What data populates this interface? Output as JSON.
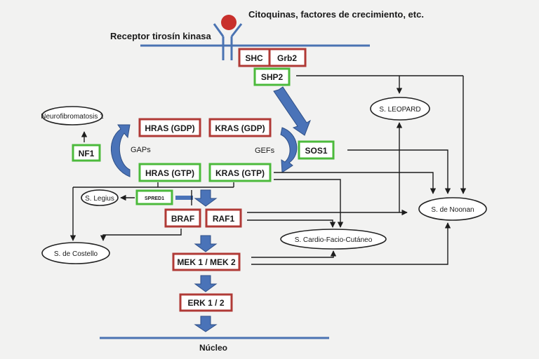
{
  "labels": {
    "ligand": "Citoquinas, factores de crecimiento, etc.",
    "receptor": "Receptor tirosín kinasa",
    "nucleus": "Núcleo",
    "gaps": "GAPs",
    "gefs": "GEFs"
  },
  "proteins": {
    "shc": "SHC",
    "grb2": "Grb2",
    "shp2": "SHP2",
    "sos1": "SOS1",
    "nf1": "NF1",
    "hras_gdp": "HRAS (GDP)",
    "kras_gdp": "KRAS (GDP)",
    "hras_gtp": "HRAS (GTP)",
    "kras_gtp": "KRAS (GTP)",
    "spred1": "SPRED1",
    "braf": "BRAF",
    "raf1": "RAF1",
    "mek": "MEK 1 / MEK 2",
    "erk": "ERK 1 / 2"
  },
  "syndromes": {
    "nf1": "Neurofibromatosis 1",
    "leopard": "S. LEOPARD",
    "legius": "S. Legius",
    "costello": "S. de Costello",
    "cfc": "S. Cardio-Facio-Cutáneo",
    "noonan": "S. de Noonan"
  },
  "colors": {
    "loss_of_function_box": "#4cba3c",
    "gain_of_function_box": "#b03a36",
    "pathway_arrow": "#4a73b8",
    "ligand": "#c8302c",
    "membrane": "#4a73b2"
  }
}
